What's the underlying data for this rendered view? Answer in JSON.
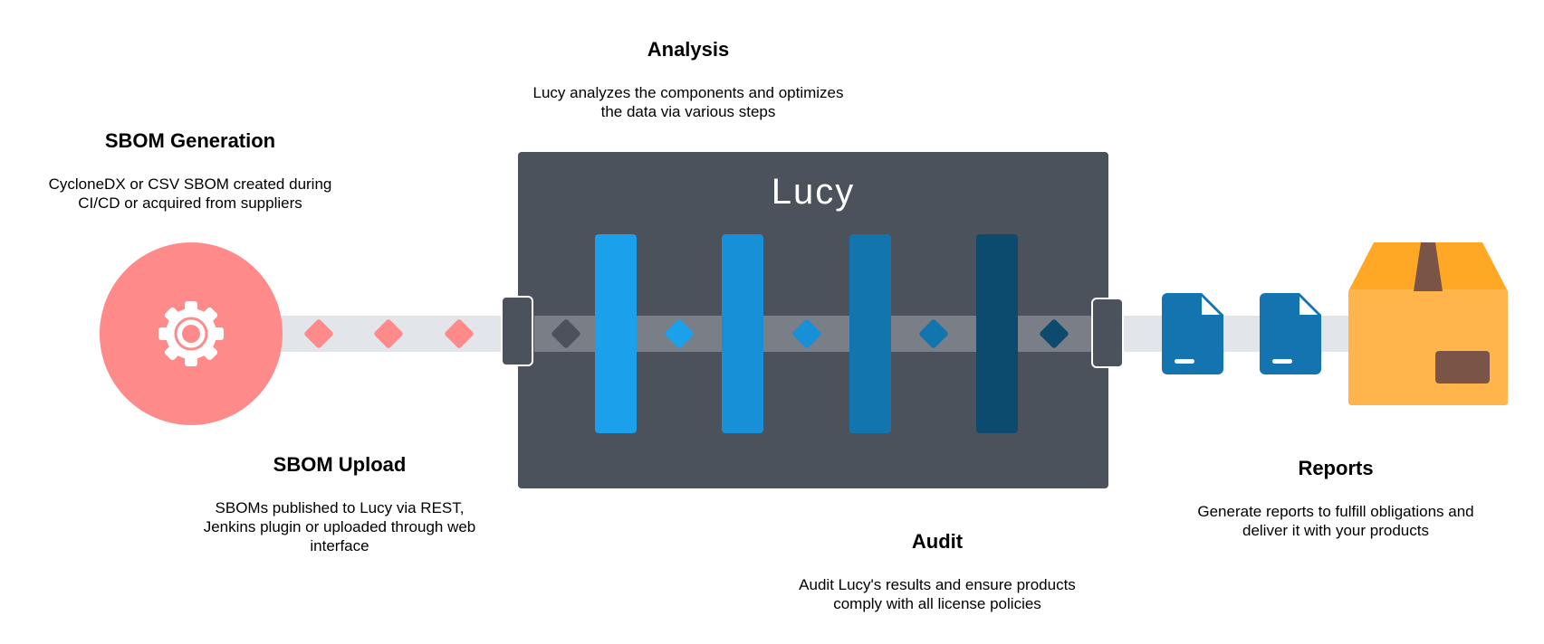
{
  "stages": [
    {
      "title": "SBOM Generation",
      "lines": [
        "CycloneDX or CSV SBOM created during",
        "CI/CD or acquired from suppliers"
      ]
    },
    {
      "title": "SBOM Upload",
      "lines": [
        "SBOMs published to Lucy via REST,",
        "Jenkins plugin or uploaded through web",
        "interface"
      ]
    },
    {
      "title": "Analysis",
      "lines": [
        "Lucy analyzes the components and optimizes",
        "the data via various steps"
      ]
    },
    {
      "title": "Audit",
      "lines": [
        "Audit Lucy's results and ensure products",
        "comply with all license policies"
      ]
    },
    {
      "title": "Reports",
      "lines": [
        "Generate reports to fulfill obligations and",
        "deliver it with your products"
      ]
    }
  ],
  "engine": {
    "title": "Lucy"
  },
  "icons": {
    "source": "gear-icon",
    "reports": "document-icon",
    "delivery": "box-icon"
  },
  "colors": {
    "source_circle": "#ff8a8a",
    "pipe": "#e2e5ea",
    "engine_bg": "#4b525c",
    "engine_pipe": "#7a7f87",
    "bar_1": "#1ba1ec",
    "bar_2": "#1790d8",
    "bar_3": "#1275ad",
    "bar_4": "#0c4b6e",
    "document": "#1474b0",
    "box": "#ffb54c",
    "box_top": "#ffa825",
    "box_tape": "#7a5547"
  }
}
